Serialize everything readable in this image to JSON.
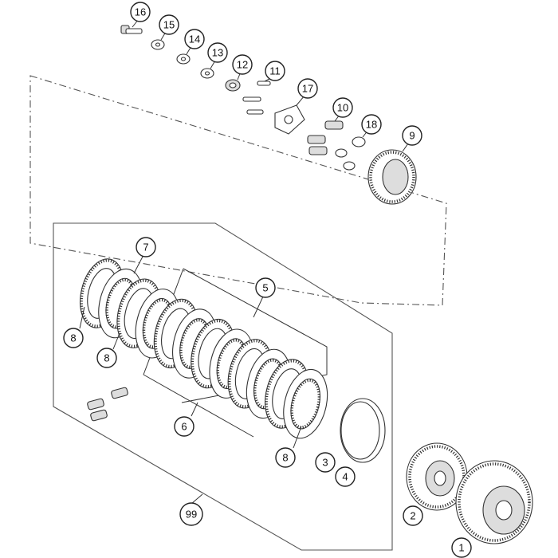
{
  "callouts": [
    {
      "id": "16",
      "label": "16"
    },
    {
      "id": "15",
      "label": "15"
    },
    {
      "id": "14",
      "label": "14"
    },
    {
      "id": "13",
      "label": "13"
    },
    {
      "id": "12",
      "label": "12"
    },
    {
      "id": "11",
      "label": "11"
    },
    {
      "id": "17",
      "label": "17"
    },
    {
      "id": "10",
      "label": "10"
    },
    {
      "id": "18",
      "label": "18"
    },
    {
      "id": "9",
      "label": "9"
    },
    {
      "id": "7",
      "label": "7"
    },
    {
      "id": "5",
      "label": "5"
    },
    {
      "id": "8a",
      "label": "8"
    },
    {
      "id": "8b",
      "label": "8"
    },
    {
      "id": "6",
      "label": "6"
    },
    {
      "id": "8c",
      "label": "8"
    },
    {
      "id": "3",
      "label": "3"
    },
    {
      "id": "4",
      "label": "4"
    },
    {
      "id": "2",
      "label": "2"
    },
    {
      "id": "99",
      "label": "99"
    },
    {
      "id": "1",
      "label": "1"
    }
  ]
}
